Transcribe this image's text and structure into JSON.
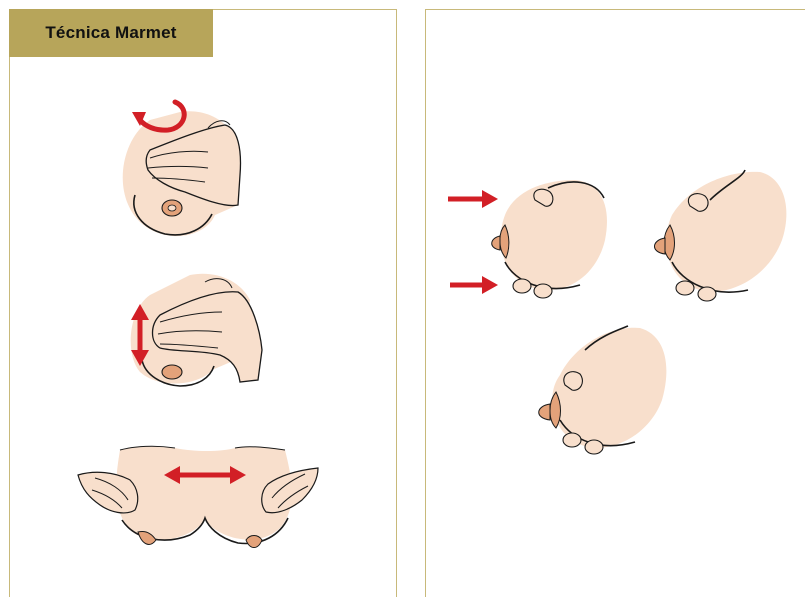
{
  "title": "Técnica Marmet",
  "colors": {
    "accent_tab": "#b7a55a",
    "panel_border": "#c8b97a",
    "skin": "#f8dfcc",
    "nipple": "#e3a27a",
    "arrow": "#d21f26",
    "outline": "#1a1a1a"
  },
  "illustrations": {
    "left": [
      "circular-massage-figure",
      "vertical-stroke-figure",
      "horizontal-shake-figure"
    ],
    "right": [
      "push-back-figure",
      "compress-figure",
      "roll-forward-figure"
    ]
  }
}
